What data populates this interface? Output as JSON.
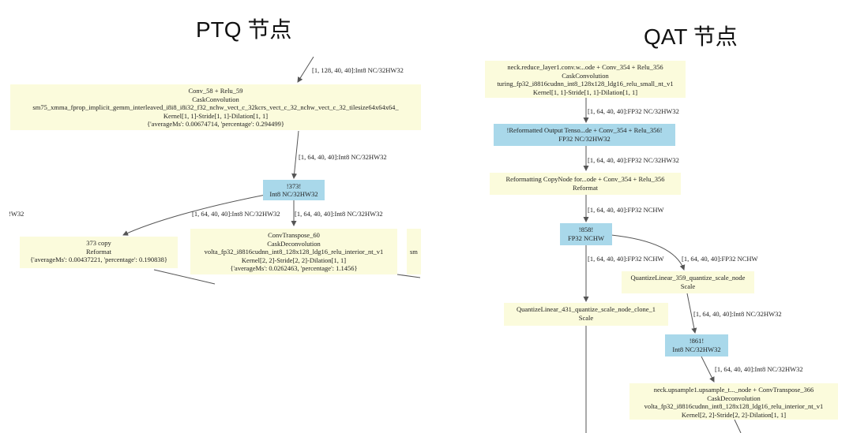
{
  "ptq": {
    "title": "PTQ 节点",
    "left_cut_label": "!W32",
    "top_edge_label": "[1, 128, 40, 40]:Int8 NC/32HW32",
    "node_conv58": {
      "l1": "Conv_58 + Relu_59",
      "l2": "CaskConvolution",
      "l3": "sm75_xmma_fprop_implicit_gemm_interleaved_i8i8_i8i32_f32_nchw_vect_c_32kcrs_vect_c_32_nchw_vect_c_32_tilesize64x64x64_",
      "l4": "Kernel[1, 1]-Stride[1, 1]-Dilation[1, 1]",
      "l5": "{'averageMs': 0.00674714, 'percentage': 0.294499}"
    },
    "edge_conv_to_373": "[1, 64, 40, 40]:Int8 NC/32HW32",
    "node_373": {
      "l1": "!373!",
      "l2": "Int8 NC/32HW32"
    },
    "edge_373_left": "[1, 64, 40, 40]:Int8 NC/32HW32",
    "edge_373_right": "[1, 64, 40, 40]:Int8 NC/32HW32",
    "node_copy": {
      "l1": "373 copy",
      "l2": "Reformat",
      "l3": "{'averageMs': 0.00437221, 'percentage': 0.190838}"
    },
    "node_convt60": {
      "l1": "ConvTranspose_60",
      "l2": "CaskDeconvolution",
      "l3": "volta_fp32_i8816cudnn_int8_128x128_ldg16_relu_interior_nt_v1",
      "l4": "Kernel[2, 2]-Stride[2, 2]-Dilation[1, 1]",
      "l5": "{'averageMs': 0.0262463, 'percentage': 1.1456}"
    },
    "node_cut_right": "sm"
  },
  "qat": {
    "title": "QAT 节点",
    "node_reduce": {
      "l1": "neck.reduce_layer1.conv.w...ode + Conv_354 + Relu_356",
      "l2": "CaskConvolution",
      "l3": "turing_fp32_i8816cudnn_int8_128x128_ldg16_relu_small_nt_v1",
      "l4": "Kernel[1, 1]-Stride[1, 1]-Dilation[1, 1]"
    },
    "edge_reduce_to_out": "[1, 64, 40, 40]:FP32 NC/32HW32",
    "node_reformatted": {
      "l1": "!Reformatted Output Tenso...de + Conv_354 + Relu_356!",
      "l2": "FP32 NC/32HW32"
    },
    "edge_out_to_copy": "[1, 64, 40, 40]:FP32 NC/32HW32",
    "node_copynode": {
      "l1": "Reformatting CopyNode for...ode + Conv_354 + Relu_356",
      "l2": "Reformat"
    },
    "edge_copy_to_858": "[1, 64, 40, 40]:FP32 NCHW",
    "node_858": {
      "l1": "!858!",
      "l2": "FP32 NCHW"
    },
    "edge_858_left": "[1, 64, 40, 40]:FP32 NCHW",
    "edge_858_right": "[1, 64, 40, 40]:FP32 NCHW",
    "node_q359": {
      "l1": "QuantizeLinear_359_quantize_scale_node",
      "l2": "Scale"
    },
    "node_q431": {
      "l1": "QuantizeLinear_431_quantize_scale_node_clone_1",
      "l2": "Scale"
    },
    "edge_q359_to_861": "[1, 64, 40, 40]:Int8 NC/32HW32",
    "node_861": {
      "l1": "!861!",
      "l2": "Int8 NC/32HW32"
    },
    "edge_861_to_up": "[1, 64, 40, 40]:Int8 NC/32HW32",
    "node_upsample": {
      "l1": "neck.upsample1.upsample_t..._node + ConvTranspose_366",
      "l2": "CaskDeconvolution",
      "l3": "volta_fp32_i8816cudnn_int8_128x128_ldg16_relu_interior_nt_v1",
      "l4": "Kernel[2, 2]-Stride[2, 2]-Dilation[1, 1]"
    }
  },
  "colors": {
    "node_fill": "#fbfbdc",
    "tensor_fill": "#a9d8ea",
    "edge": "#555555"
  }
}
